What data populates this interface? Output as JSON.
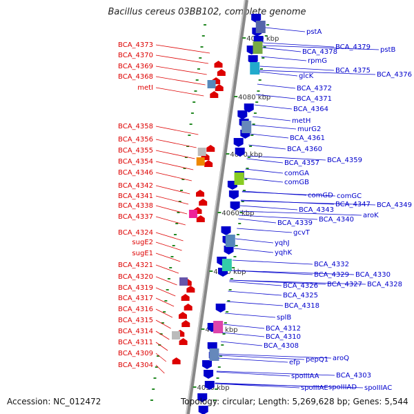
{
  "title": "Bacillus cereus 03BB102, complete genome",
  "accession": "Accession: NC_012472",
  "topology": "Topology: circular; Length: 5,269,628 bp; Genes: 5,544",
  "colors": {
    "plus": "#dd0000",
    "minus": "#0000cc",
    "backbone": "#888888",
    "tick": "#228822"
  },
  "ticks": [
    "4090 kbp",
    "4080 kbp",
    "4070 kbp",
    "4060 kbp",
    "4050 kbp",
    "4040 kbp",
    "4030 kbp"
  ],
  "left_labels": [
    "BCA_4373",
    "BCA_4370",
    "BCA_4369",
    "BCA_4368",
    "metI",
    "BCA_4358",
    "BCA_4356",
    "BCA_4355",
    "BCA_4354",
    "BCA_4346",
    "BCA_4342",
    "BCA_4341",
    "BCA_4338",
    "BCA_4337",
    "BCA_4324",
    "sugE2",
    "sugE1",
    "BCA_4321",
    "BCA_4320",
    "BCA_4319",
    "BCA_4317",
    "BCA_4316",
    "BCA_4315",
    "BCA_4314",
    "BCA_4311",
    "BCA_4309",
    "BCA_4304"
  ],
  "right_labels": [
    "pstA",
    "pstB",
    "BCA_4379",
    "BCA_4378",
    "rpmG",
    "BCA_4375",
    "BCA_4376",
    "glcK",
    "BCA_4372",
    "BCA_4371",
    "BCA_4364",
    "metH",
    "murG2",
    "BCA_4361",
    "BCA_4360",
    "BCA_4359",
    "BCA_4357",
    "comGA",
    "comGB",
    "comGD",
    "comGC",
    "BCA_4347",
    "BCA_4349",
    "BCA_4343",
    "aroK",
    "BCA_4340",
    "BCA_4339",
    "gcvT",
    "yqhJ",
    "yqhK",
    "BCA_4332",
    "BCA_4329",
    "BCA_4330",
    "BCA_4327",
    "BCA_4328",
    "BCA_4326",
    "BCA_4325",
    "BCA_4318",
    "splB",
    "BCA_4312",
    "BCA_4310",
    "BCA_4308",
    "pepQ1",
    "aroQ",
    "efp",
    "spoIIIAA",
    "BCA_4303",
    "spoIIIAD",
    "spoIIIAC",
    "spoIIIAE"
  ]
}
